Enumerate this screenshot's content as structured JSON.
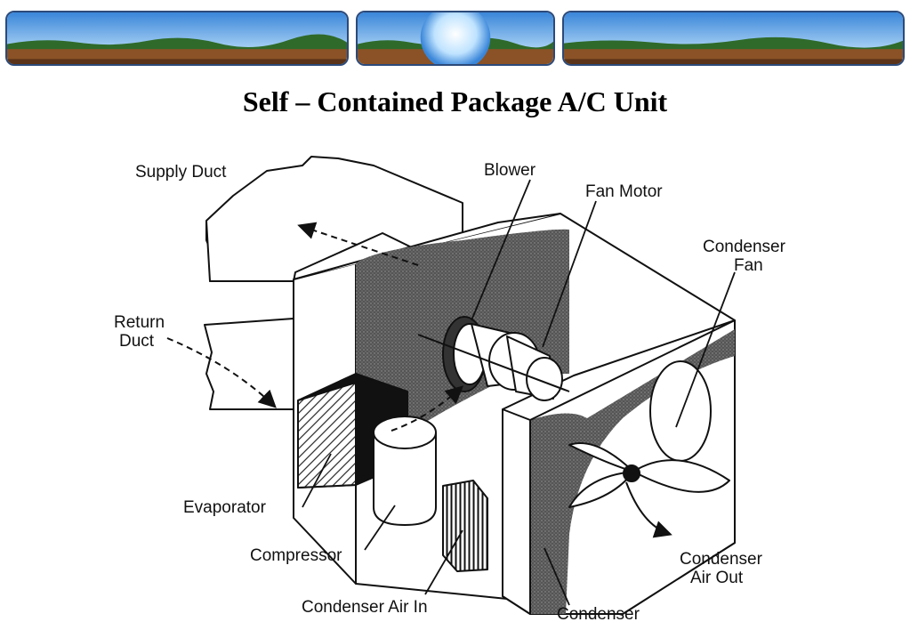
{
  "title": "Self – Contained Package A/C Unit",
  "colors": {
    "sky_top": "#3a86d9",
    "sky_bottom": "#d6f0ff",
    "hills": "#2f6a2a",
    "ground": "#8a5226",
    "banner_border": "#2c4a7a"
  },
  "labels": {
    "supply_duct": "Supply Duct",
    "blower": "Blower",
    "fan_motor": "Fan Motor",
    "condenser_fan_line1": "Condenser",
    "condenser_fan_line2": "Fan",
    "return_duct_line1": "Return",
    "return_duct_line2": "Duct",
    "evaporator": "Evaporator",
    "compressor": "Compressor",
    "condenser_air_in": "Condenser Air In",
    "condenser_air_out_line1": "Condenser",
    "condenser_air_out_line2": "Air Out",
    "condenser": "Condenser"
  }
}
